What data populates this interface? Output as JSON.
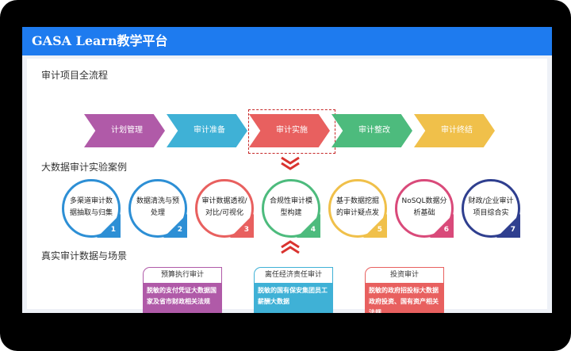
{
  "app": {
    "title": "GASA Learn教学平台"
  },
  "sections": {
    "process": "审计项目全流程",
    "cases": "大数据审计实验案例",
    "scenarios": "真实审计数据与场景"
  },
  "process_steps": [
    {
      "label": "计划管理",
      "color": "#b05aa8"
    },
    {
      "label": "审计准备",
      "color": "#3fb1d6"
    },
    {
      "label": "审计实施",
      "color": "#e8605f"
    },
    {
      "label": "审计整改",
      "color": "#4dbb7d"
    },
    {
      "label": "审计终结",
      "color": "#f0c04a"
    }
  ],
  "cases": [
    {
      "label": "多渠道审计数据抽取与归集",
      "num": "1",
      "color": "#2d8fd5"
    },
    {
      "label": "数据清洗与预处理",
      "num": "2",
      "color": "#2d8fd5"
    },
    {
      "label": "审计数据透视/对比/可视化",
      "num": "3",
      "color": "#e8605f"
    },
    {
      "label": "合规性审计模型构建",
      "num": "4",
      "color": "#4dbb7d"
    },
    {
      "label": "基于数据挖掘的审计疑点发",
      "num": "5",
      "color": "#f0c04a"
    },
    {
      "label": "NoSQL数据分析基础",
      "num": "6",
      "color": "#d94a7a"
    },
    {
      "label": "财政/企业审计项目综合实",
      "num": "7",
      "color": "#2f3f8f"
    }
  ],
  "scenarios": [
    {
      "title": "预算执行审计",
      "body": "脱敏的支付凭证大数据国家及省市财政相关法规",
      "color": "#b05aa8"
    },
    {
      "title": "离任经济责任审计",
      "body": "脱敏的国有保安集团员工薪酬大数据",
      "color": "#3fb1d6"
    },
    {
      "title": "投资审计",
      "body": "脱敏的政府招投标大数据政府投资、国有资产相关法规",
      "color": "#e8605f"
    }
  ]
}
